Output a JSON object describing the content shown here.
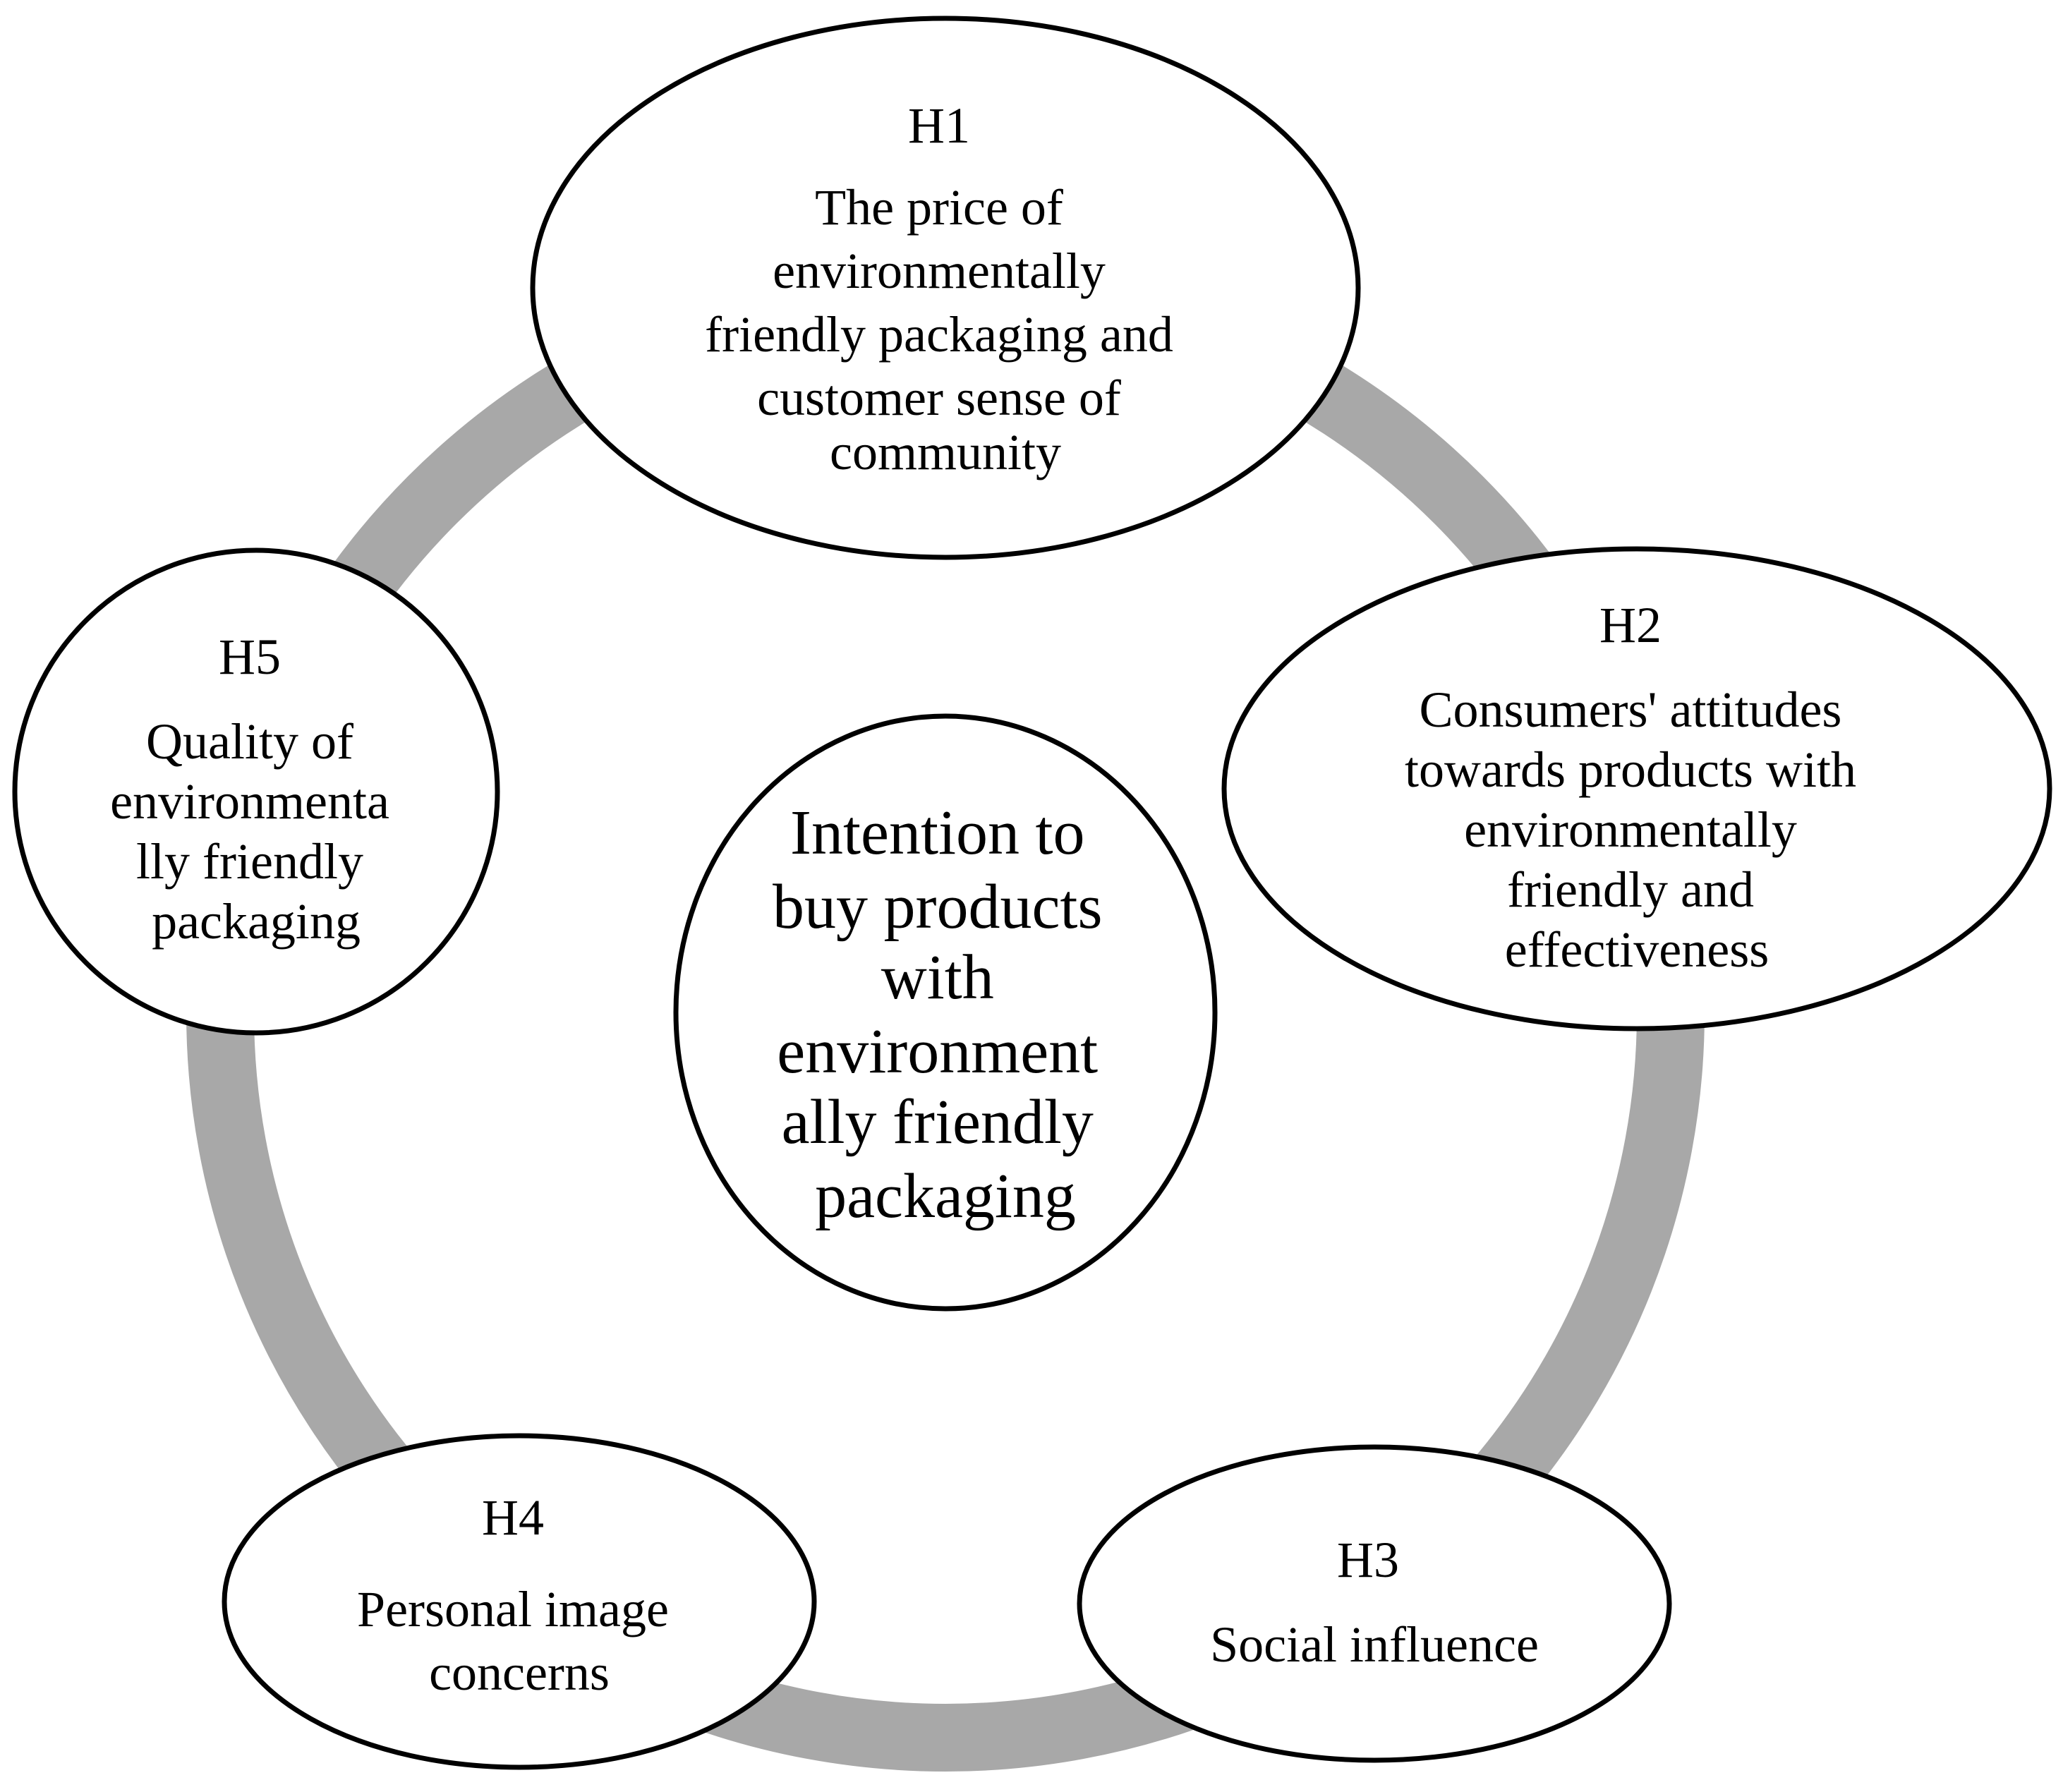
{
  "diagram": {
    "colors": {
      "ring": "#a8a8a8",
      "outline": "#000000",
      "fill": "#ffffff",
      "text": "#000000"
    },
    "center": {
      "lines": [
        "Intention to",
        "buy products",
        "with",
        "environment",
        "ally friendly",
        "packaging"
      ]
    },
    "hypotheses": [
      {
        "id": "H1",
        "lines": [
          "The price of",
          "environmentally",
          "friendly packaging and",
          "customer sense of",
          "community"
        ]
      },
      {
        "id": "H2",
        "lines": [
          "Consumers' attitudes",
          "towards products with",
          "environmentally",
          "friendly and",
          "effectiveness"
        ]
      },
      {
        "id": "H3",
        "lines": [
          "Social influence"
        ]
      },
      {
        "id": "H4",
        "lines": [
          "Personal image",
          "concerns"
        ]
      },
      {
        "id": "H5",
        "lines": [
          "Quality of",
          "environmenta",
          "lly friendly",
          "packaging"
        ]
      }
    ]
  }
}
